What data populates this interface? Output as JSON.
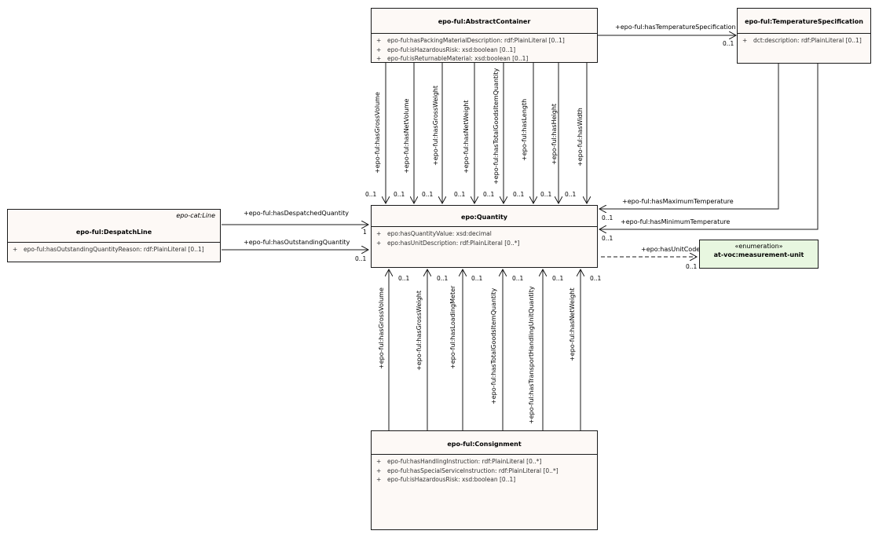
{
  "classes": {
    "abstract_container": {
      "name": "epo-ful:AbstractContainer",
      "attributes": [
        {
          "vis": "+",
          "text": "epo-ful:hasPackingMaterialDescription: rdf:PlainLiteral [0..1]"
        },
        {
          "vis": "+",
          "text": "epo-ful:isHazardousRisk: xsd:boolean [0..1]"
        },
        {
          "vis": "+",
          "text": "epo-ful:isReturnableMaterial: xsd:boolean [0..1]"
        }
      ]
    },
    "temperature_spec": {
      "name": "epo-ful:TemperatureSpecification",
      "attributes": [
        {
          "vis": "+",
          "text": "dct:description: rdf:PlainLiteral [0..1]"
        }
      ]
    },
    "despatch_line": {
      "stereotype": "epo-cat:Line",
      "name": "epo-ful:DespatchLine",
      "attributes": [
        {
          "vis": "+",
          "text": "epo-ful:hasOutstandingQuantityReason: rdf:PlainLiteral [0..1]"
        }
      ]
    },
    "quantity": {
      "name": "epo:Quantity",
      "attributes": [
        {
          "vis": "+",
          "text": "epo:hasQuantityValue: xsd:decimal"
        },
        {
          "vis": "+",
          "text": "epo:hasUnitDescription: rdf:PlainLiteral [0..*]"
        }
      ]
    },
    "measurement_unit": {
      "stereotype": "«enumeration»",
      "name": "at-voc:measurement-unit"
    },
    "consignment": {
      "name": "epo-ful:Consignment",
      "attributes": [
        {
          "vis": "+",
          "text": "epo-ful:hasHandlingInstruction: rdf:PlainLiteral [0..*]"
        },
        {
          "vis": "+",
          "text": "epo-ful:hasSpecialServiceInstruction: rdf:PlainLiteral [0..*]"
        },
        {
          "vis": "+",
          "text": "epo-ful:isHazardousRisk: xsd:boolean [0..1]"
        }
      ]
    }
  },
  "connectors": {
    "temperature_spec": {
      "label": "+epo-ful:hasTemperatureSpecification",
      "mult": "0..1"
    },
    "max_temp": {
      "label": "+epo-ful:hasMaximumTemperature",
      "mult": "0..1"
    },
    "min_temp": {
      "label": "+epo-ful:hasMinimumTemperature",
      "mult": "0..1"
    },
    "unit_code": {
      "label": "+epo:hasUnitCode",
      "mult": "0..1"
    },
    "despatched_qty": {
      "label": "+epo-ful:hasDespatchedQuantity",
      "mult": "1"
    },
    "outstanding_qty": {
      "label": "+epo-ful:hasOutstandingQuantity",
      "mult": "0..1"
    },
    "container_links": [
      {
        "label": "+epo-ful:hasGrossVolume",
        "mult": "0..1"
      },
      {
        "label": "+epo-ful:hasNetVolume",
        "mult": "0..1"
      },
      {
        "label": "+epo-ful:hasGrossWeight",
        "mult": "0..1"
      },
      {
        "label": "+epo-ful:hasNetWeight",
        "mult": "0..1"
      },
      {
        "label": "+epo-ful:hasTotalGoodsItemQuantity",
        "mult": "0..1"
      },
      {
        "label": "+epo-ful:hasLength",
        "mult": "0..1"
      },
      {
        "label": "+epo-ful:hasHeight",
        "mult": "0..1"
      },
      {
        "label": "+epo-ful:hasWidth",
        "mult": "0..1"
      }
    ],
    "consignment_links": [
      {
        "label": "+epo-ful:hasGrossVolume",
        "mult": "0..1"
      },
      {
        "label": "+epo-ful:hasGrossWeight",
        "mult": "0..1"
      },
      {
        "label": "+epo-ful:hasLoadingMeter",
        "mult": "0..1"
      },
      {
        "label": "+epo-ful:hasTotalGoodsItemQuantity",
        "mult": "0..1"
      },
      {
        "label": "+epo-ful:hasTransportHandlingUnitQuantity",
        "mult": "0..1"
      },
      {
        "label": "+epo-ful:hasNetWeight",
        "mult": "0..1"
      }
    ]
  }
}
